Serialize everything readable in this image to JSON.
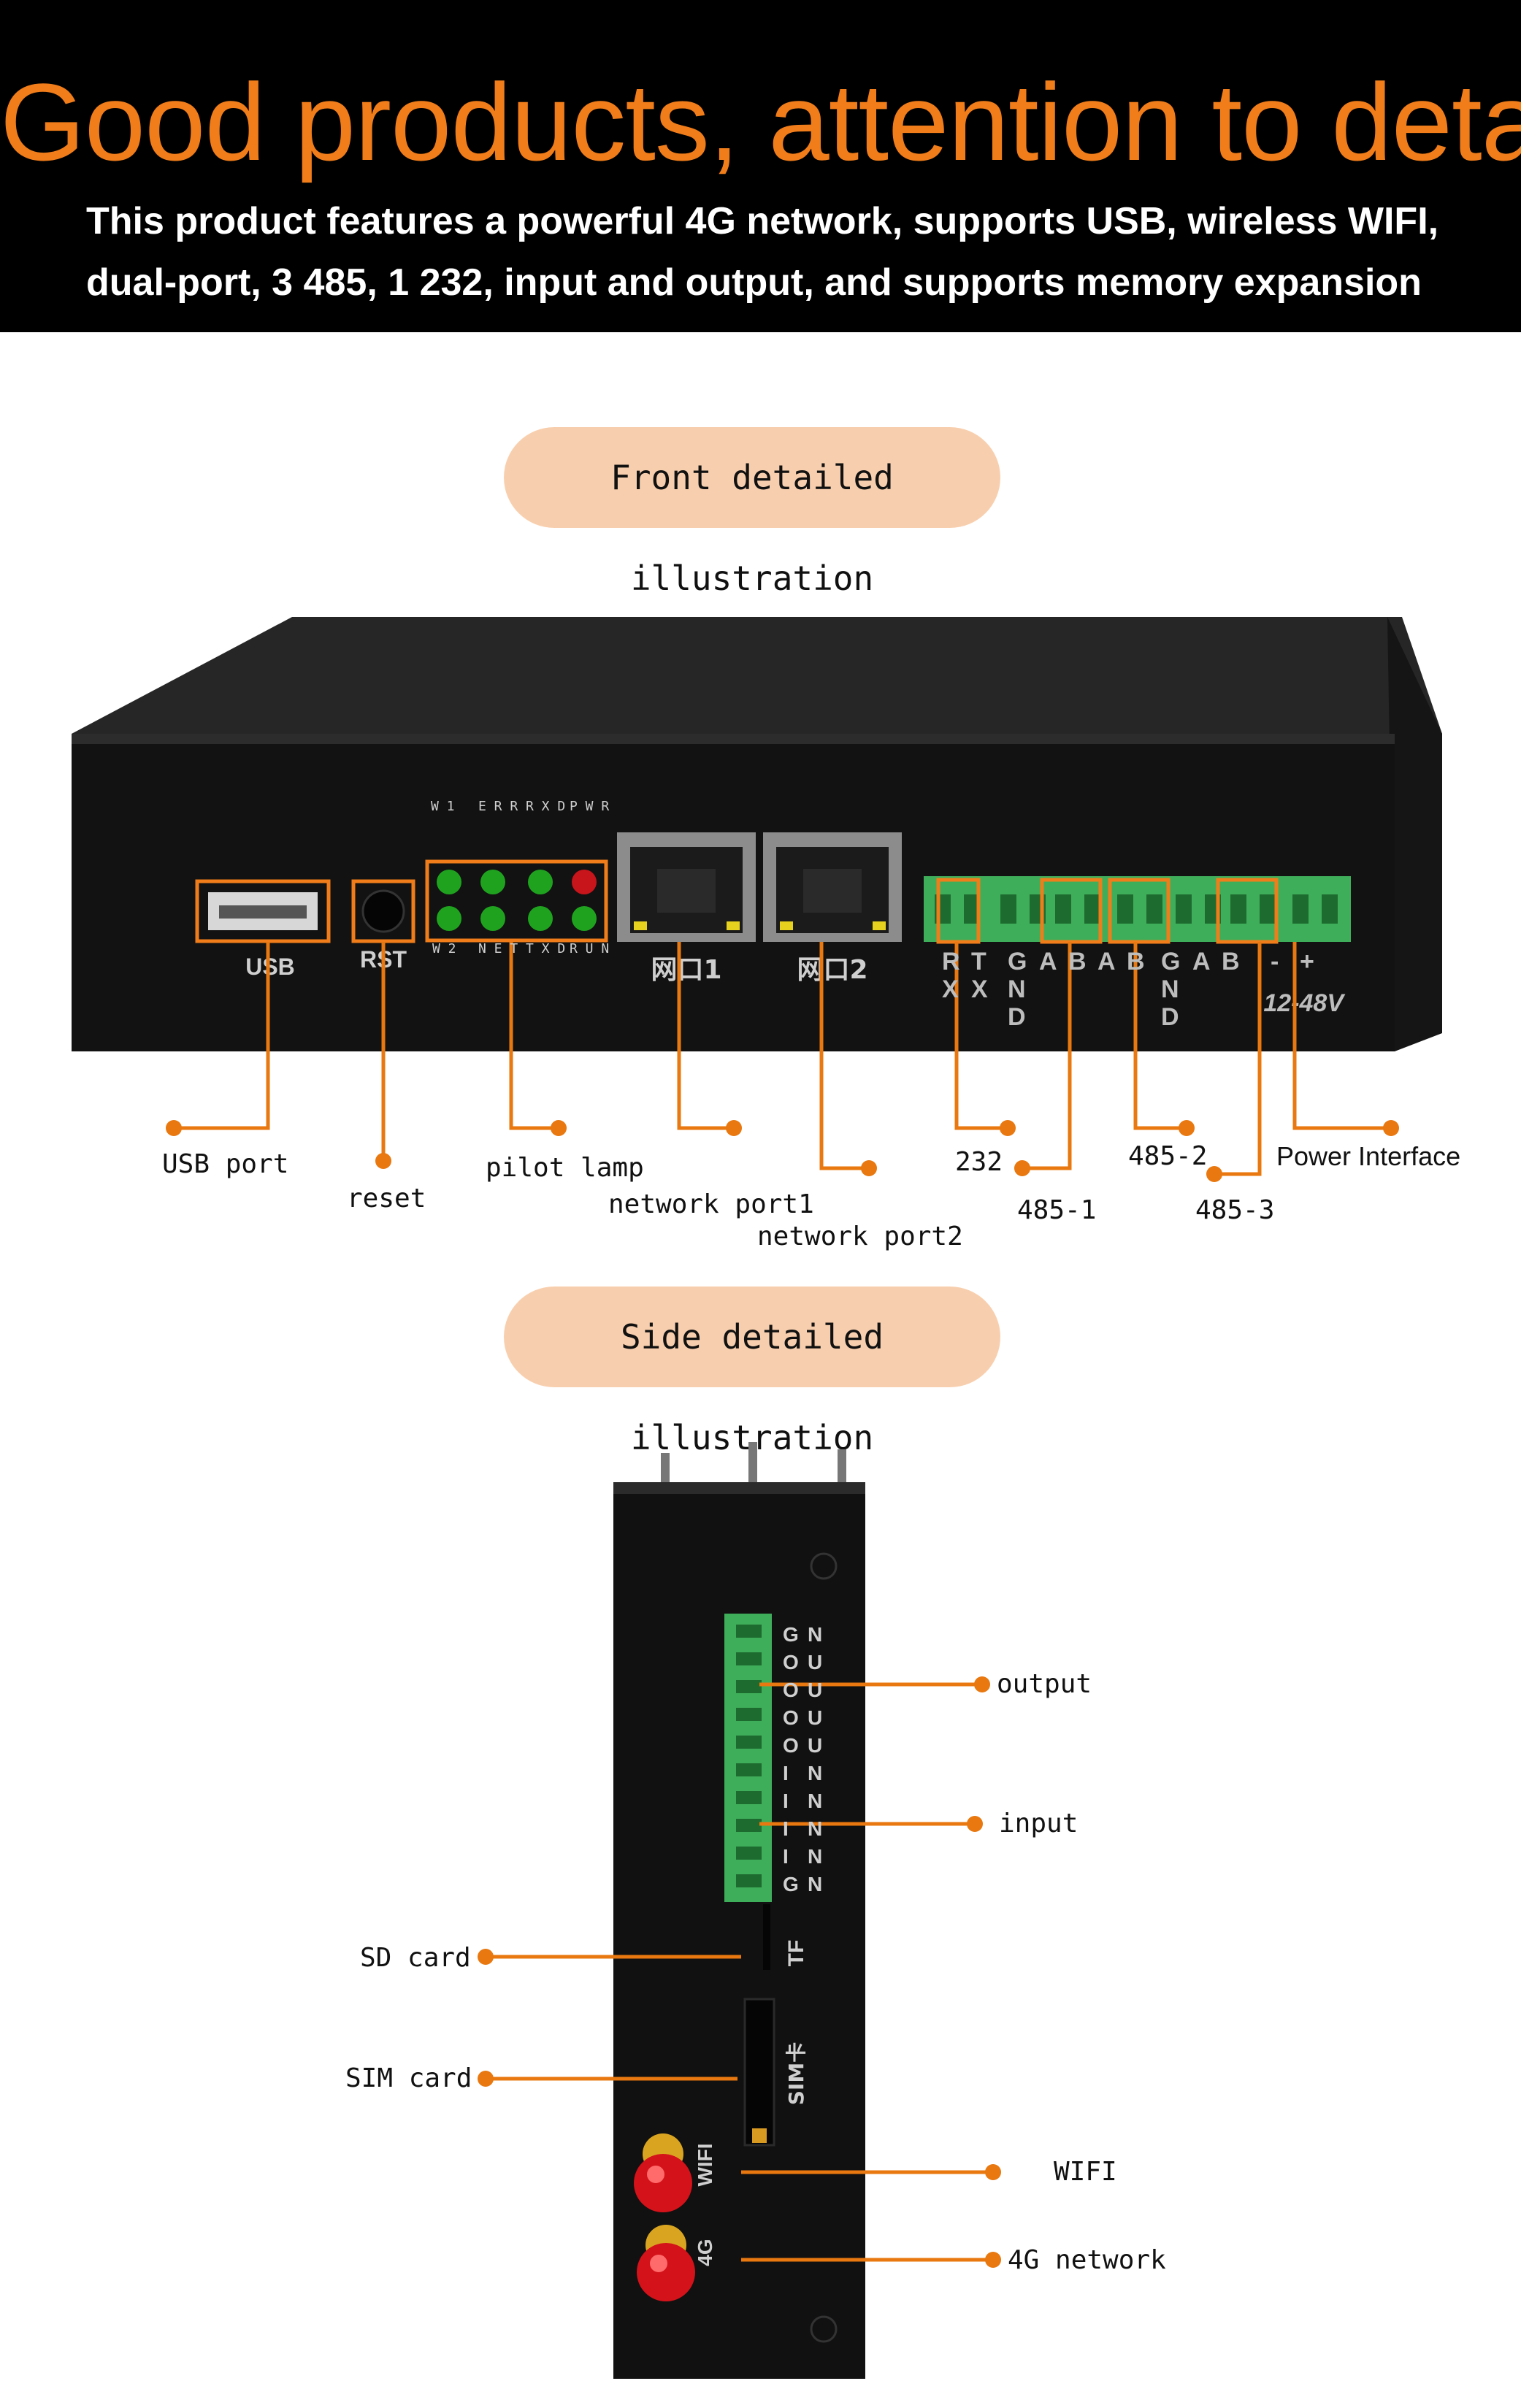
{
  "banner": {
    "headline": "Good products, attention to detail",
    "subline1": "This product features a powerful 4G network, supports USB, wireless WIFI,",
    "subline2": "dual-port, 3 485, 1 232, input and output, and supports memory expansion"
  },
  "front": {
    "section_title": "Front detailed illustration",
    "device_text": {
      "usb": "USB",
      "rst": "RST",
      "port1": "网口1",
      "port2": "网口2",
      "voltage": "12-48V",
      "led_top": [
        "W 1",
        "E R R",
        "R X D",
        "P W R"
      ],
      "led_bottom": [
        "W 2",
        "N E T",
        "T X D",
        "R U N"
      ],
      "terminal_row1": [
        "R",
        "T",
        "G",
        "A",
        "B",
        "A",
        "B",
        "G",
        "A",
        "B",
        "-",
        "+"
      ],
      "terminal_row2": [
        "X",
        "X",
        "N",
        "N"
      ],
      "terminal_row3": [
        "D",
        "D"
      ]
    },
    "callouts": {
      "usb_port": "USB port",
      "reset": "reset",
      "pilot_lamp": "pilot lamp",
      "network_port1": "network port1",
      "network_port2": "network port2",
      "rs232": "232",
      "rs485_1": "485-1",
      "rs485_2": "485-2",
      "rs485_3": "485-3",
      "power_interface": "Power Interface"
    }
  },
  "side": {
    "section_title": "Side detailed illustration",
    "device_text": {
      "io_labels": [
        "G",
        "O",
        "O",
        "O",
        "O",
        "I",
        "I",
        "I",
        "I",
        "G"
      ],
      "io_labels2": [
        "N",
        "U",
        "U",
        "U",
        "U",
        "N",
        "N",
        "N",
        "N",
        "N"
      ],
      "tf": "TF",
      "sim": "SIM卡",
      "wifi": "WIFI",
      "g4": "4G"
    },
    "callouts": {
      "output": "output",
      "input": "input",
      "sd_card": "SD card",
      "sim_card": "SIM card",
      "wifi": "WIFI",
      "network_4g": "4G network"
    }
  },
  "colors": {
    "accent": "#f07d1a",
    "callout_line": "#e8780f",
    "pill": "#f8cfae",
    "banner": "#000000"
  }
}
